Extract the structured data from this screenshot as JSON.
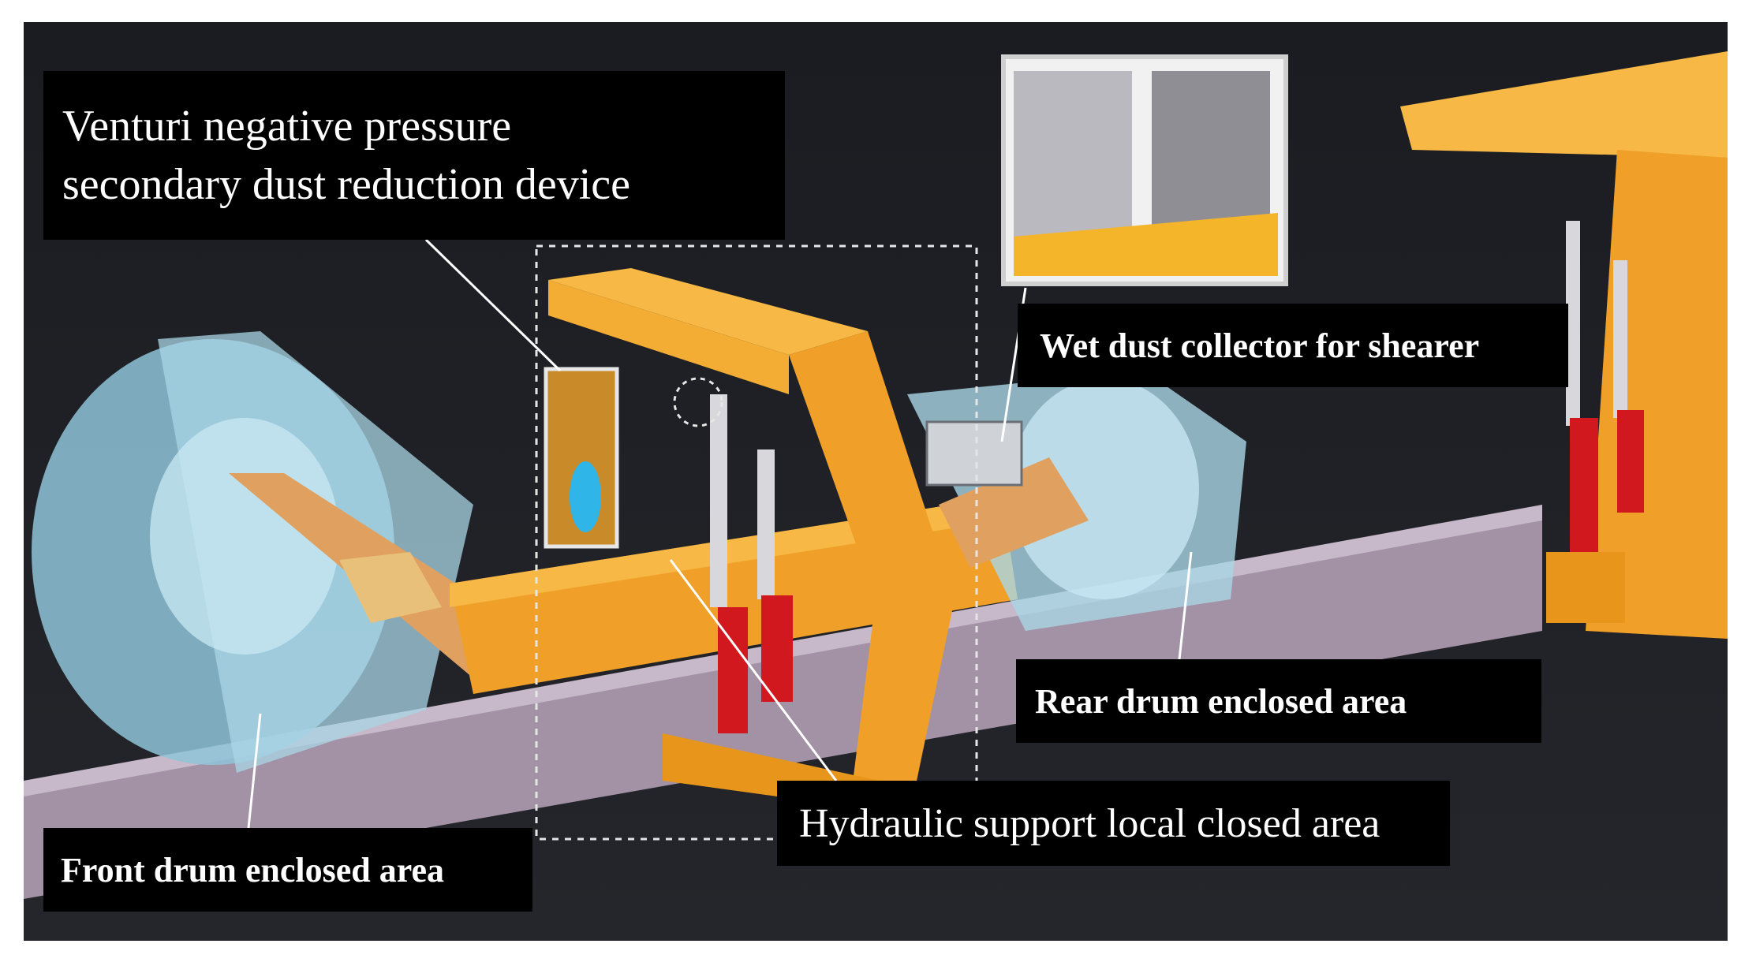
{
  "labels": {
    "venturi_line1": "Venturi negative pressure",
    "venturi_line2": "secondary dust reduction device",
    "wet_dust_collector": "Wet dust collector for shearer",
    "rear_drum": "Rear drum enclosed area",
    "hydraulic_support": "Hydraulic support local closed area",
    "front_drum": "Front drum enclosed area"
  },
  "colors": {
    "background": "#15171b",
    "support_yellow": "#f5a623",
    "drum_blue": "#a9d6e5",
    "rail_purple": "#a392a6",
    "cylinder_red": "#d0181e",
    "label_bg": "#000000",
    "label_text": "#ffffff"
  }
}
